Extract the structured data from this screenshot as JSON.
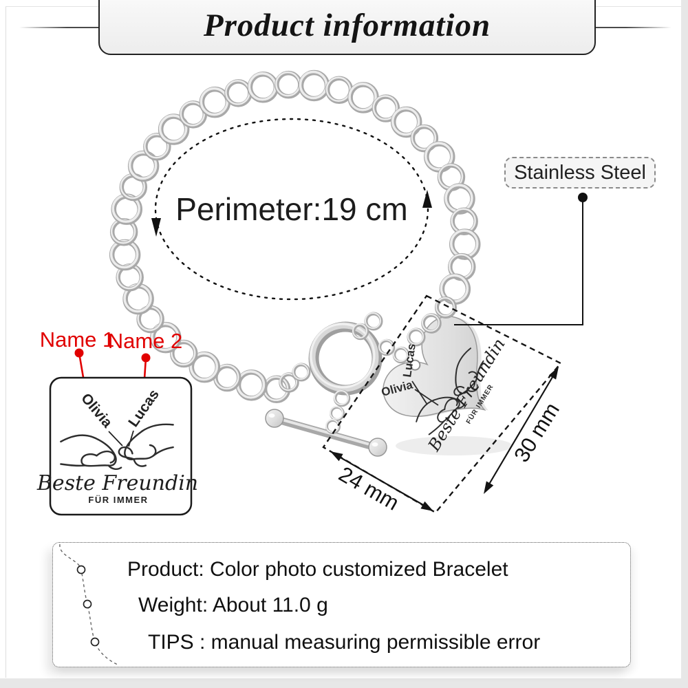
{
  "banner": {
    "title": "Product information"
  },
  "bracelet": {
    "perimeter_label": "Perimeter:19 cm"
  },
  "material_callout": {
    "label": "Stainless Steel"
  },
  "name_callouts": {
    "name1_label": "Name 1",
    "name2_label": "Name 2"
  },
  "engraving": {
    "name1": "Olivia",
    "name2": "Lucas",
    "script_line": "Beste Freundin",
    "subscript_line": "FÜR IMMER"
  },
  "dimensions": {
    "charm_width": "24 mm",
    "charm_height": "30 mm"
  },
  "specs": {
    "items": [
      "Product: Color photo customized Bracelet",
      "Weight: About 11.0 g",
      "TIPS : manual measuring permissible error"
    ]
  },
  "colors": {
    "accent_red": "#e10000",
    "metal_gray": "#bdbdbd",
    "ink": "#111111"
  }
}
